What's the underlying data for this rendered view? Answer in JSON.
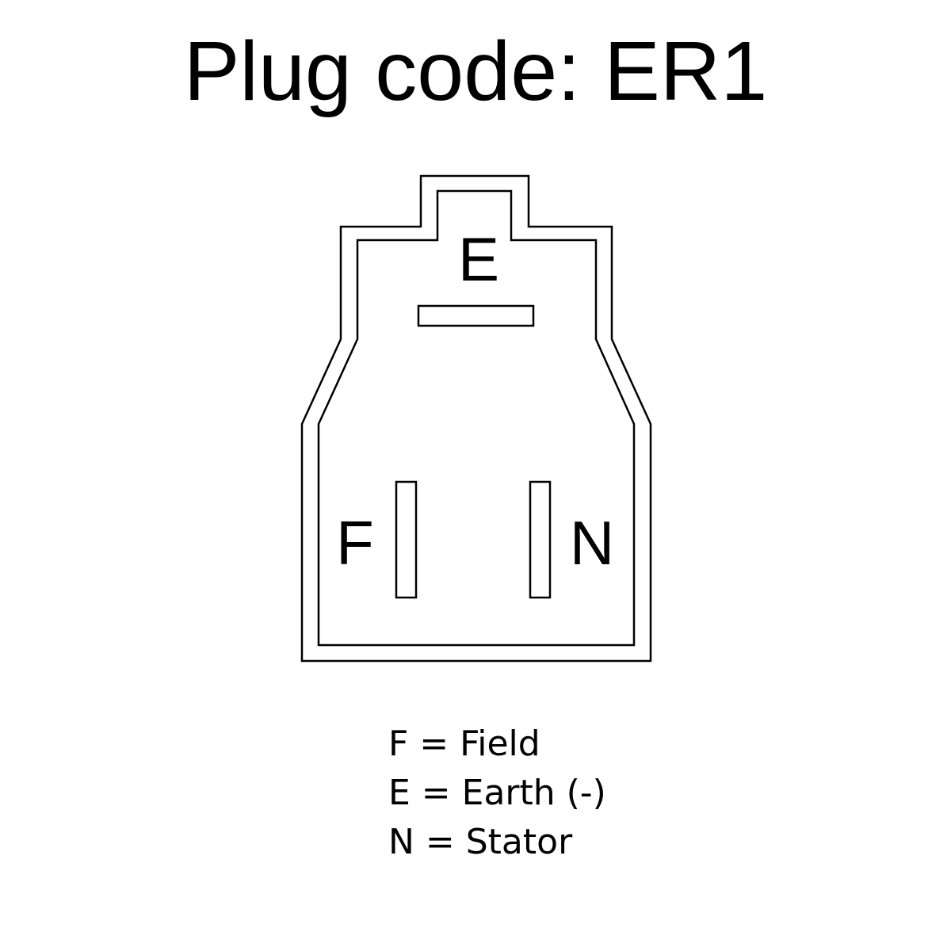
{
  "title": "Plug code: ER1",
  "pins": {
    "E": "E",
    "F": "F",
    "N": "N"
  },
  "legend": [
    "F = Field",
    "E = Earth (-)",
    "N = Stator"
  ],
  "colors": {
    "stroke": "#000000",
    "background": "#ffffff"
  }
}
